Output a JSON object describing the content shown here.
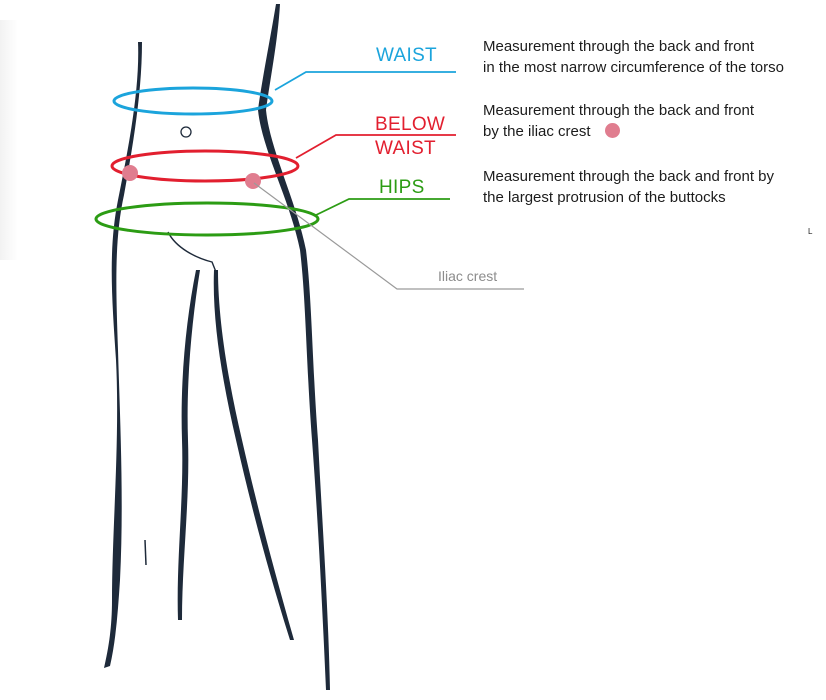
{
  "colors": {
    "waist": "#1ba4dc",
    "below_waist": "#e21f2f",
    "hips": "#2c9c14",
    "outline": "#1e2a3a",
    "leader": "#9a9a9a",
    "crest_dot": "#e07d8f"
  },
  "labels": {
    "waist": "WAIST",
    "below_waist_line1": "BELOW",
    "below_waist_line2": "WAIST",
    "hips": "HIPS",
    "iliac_crest": "Iliac crest"
  },
  "descriptions": {
    "waist": {
      "line1": "Measurement through the back and front",
      "line2": "in the most narrow circumference of the torso"
    },
    "below_waist": {
      "line1": "Measurement through the back and front",
      "line2": "by the iliac crest"
    },
    "hips": {
      "line1": "Measurement through the back and front by",
      "line2": "the largest protrusion of the buttocks"
    }
  },
  "icons": {
    "crest_marker": "circle-dot-icon",
    "navel": "navel-circle-icon"
  },
  "stray_mark": "L"
}
